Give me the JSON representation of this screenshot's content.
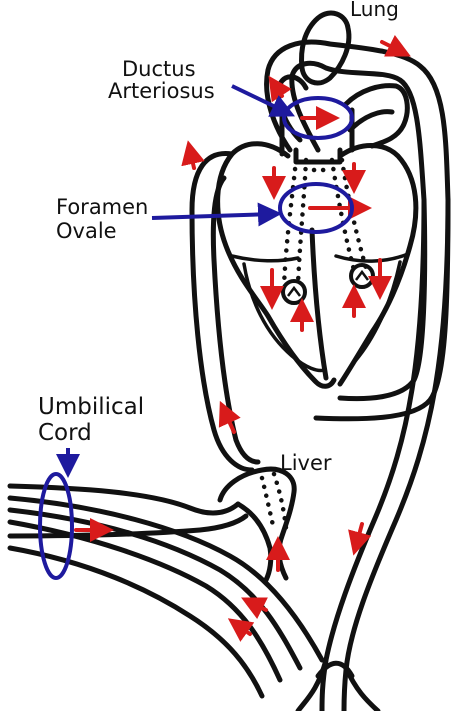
{
  "labels": {
    "lung": "Lung",
    "ductus_line1": "Ductus",
    "ductus_line2": "Arteriosus",
    "foramen_line1": "Foramen",
    "foramen_line2": "Ovale",
    "umbilical_line1": "Umbilical",
    "umbilical_line2": "Cord",
    "liver": "Liver"
  },
  "colors": {
    "outline": "#111111",
    "flow_arrow": "#d81b1b",
    "highlight": "#1e1a9e",
    "background": "#ffffff"
  }
}
